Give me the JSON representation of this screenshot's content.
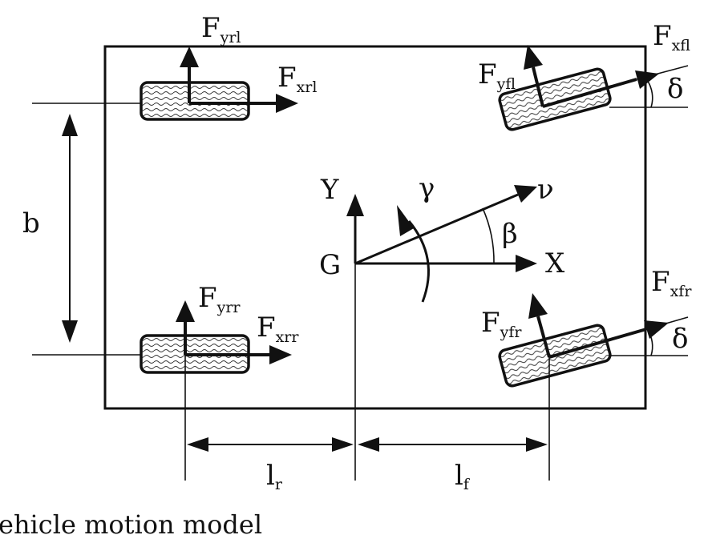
{
  "forces": {
    "rear_left_y": {
      "main": "F",
      "sub": "yrl"
    },
    "rear_left_x": {
      "main": "F",
      "sub": "xrl"
    },
    "front_left_y": {
      "main": "F",
      "sub": "yfl"
    },
    "front_left_x": {
      "main": "F",
      "sub": "xfl"
    },
    "rear_right_y": {
      "main": "F",
      "sub": "yrr"
    },
    "rear_right_x": {
      "main": "F",
      "sub": "xrr"
    },
    "front_right_y": {
      "main": "F",
      "sub": "yfr"
    },
    "front_right_x": {
      "main": "F",
      "sub": "xfr"
    }
  },
  "angles": {
    "steer_left": "δ",
    "steer_right": "δ",
    "sideslip": "β",
    "yaw_rate": "γ"
  },
  "axes": {
    "x": "X",
    "y": "Y",
    "velocity": "ν",
    "cog": "G"
  },
  "dimensions": {
    "track": "b",
    "rear": {
      "main": "l",
      "sub": "r"
    },
    "front": {
      "main": "l",
      "sub": "f"
    }
  },
  "caption": "ehicle motion model"
}
